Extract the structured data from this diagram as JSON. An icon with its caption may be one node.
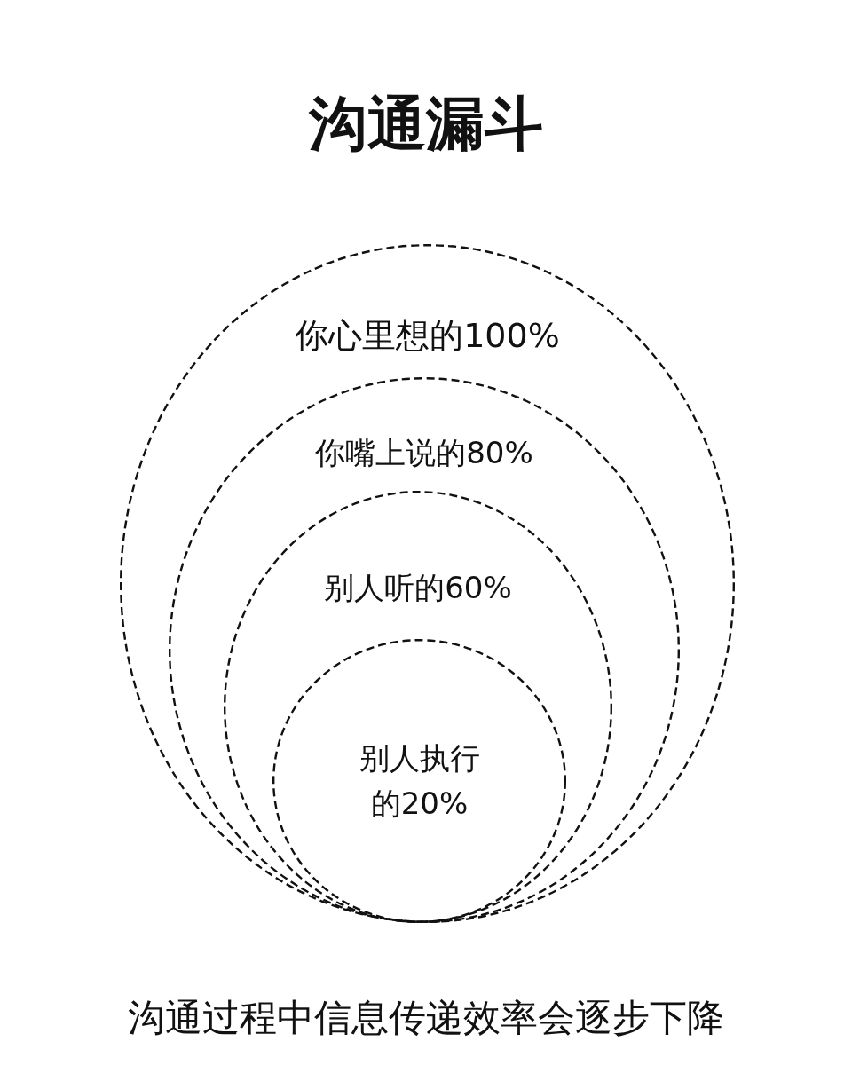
{
  "diagram": {
    "title": "沟通漏斗",
    "caption": "沟通过程中信息传递效率会逐步下降",
    "nodes": [
      {
        "text": [
          "你心里想的100%"
        ]
      },
      {
        "text": [
          "你嘴上说的80%"
        ],
        "in": 0
      },
      {
        "text": [
          "别人听的60%"
        ],
        "in": 1
      },
      {
        "text": [
          "别人执行的20%"
        ],
        "in": 2
      }
    ]
  }
}
